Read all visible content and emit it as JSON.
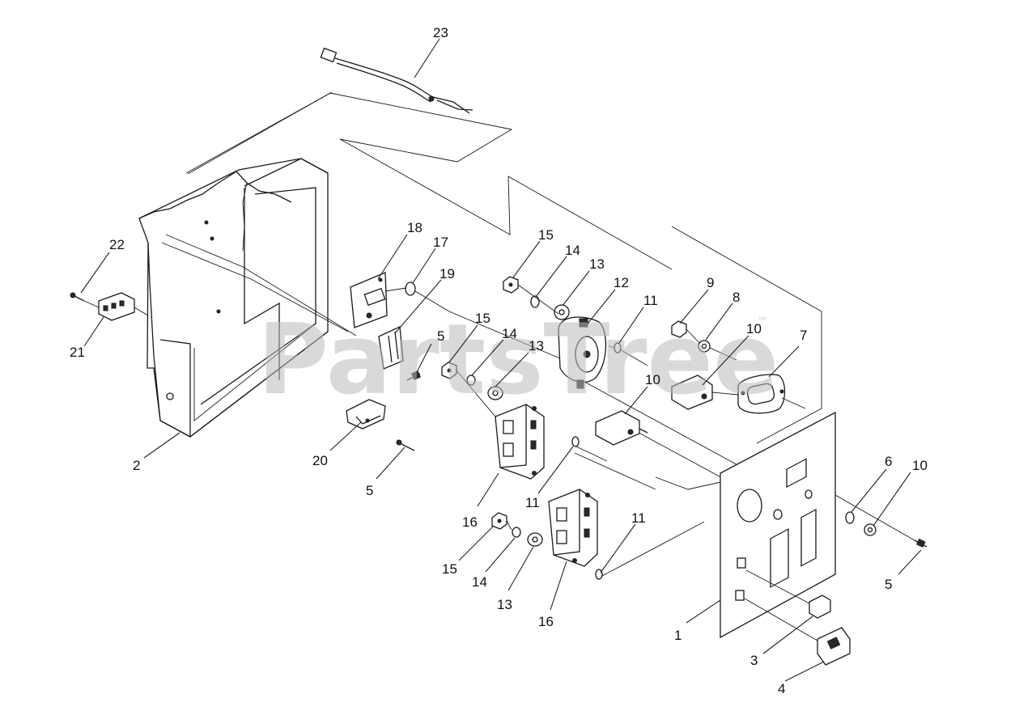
{
  "diagram": {
    "watermark": "PartsTree",
    "watermark_tm": "™",
    "callouts": [
      "1",
      "2",
      "3",
      "4",
      "5",
      "5",
      "5",
      "6",
      "7",
      "8",
      "9",
      "10",
      "10",
      "10",
      "11",
      "11",
      "11",
      "12",
      "13",
      "13",
      "13",
      "14",
      "14",
      "14",
      "15",
      "15",
      "15",
      "16",
      "16",
      "17",
      "18",
      "19",
      "20",
      "21",
      "22",
      "23"
    ]
  }
}
